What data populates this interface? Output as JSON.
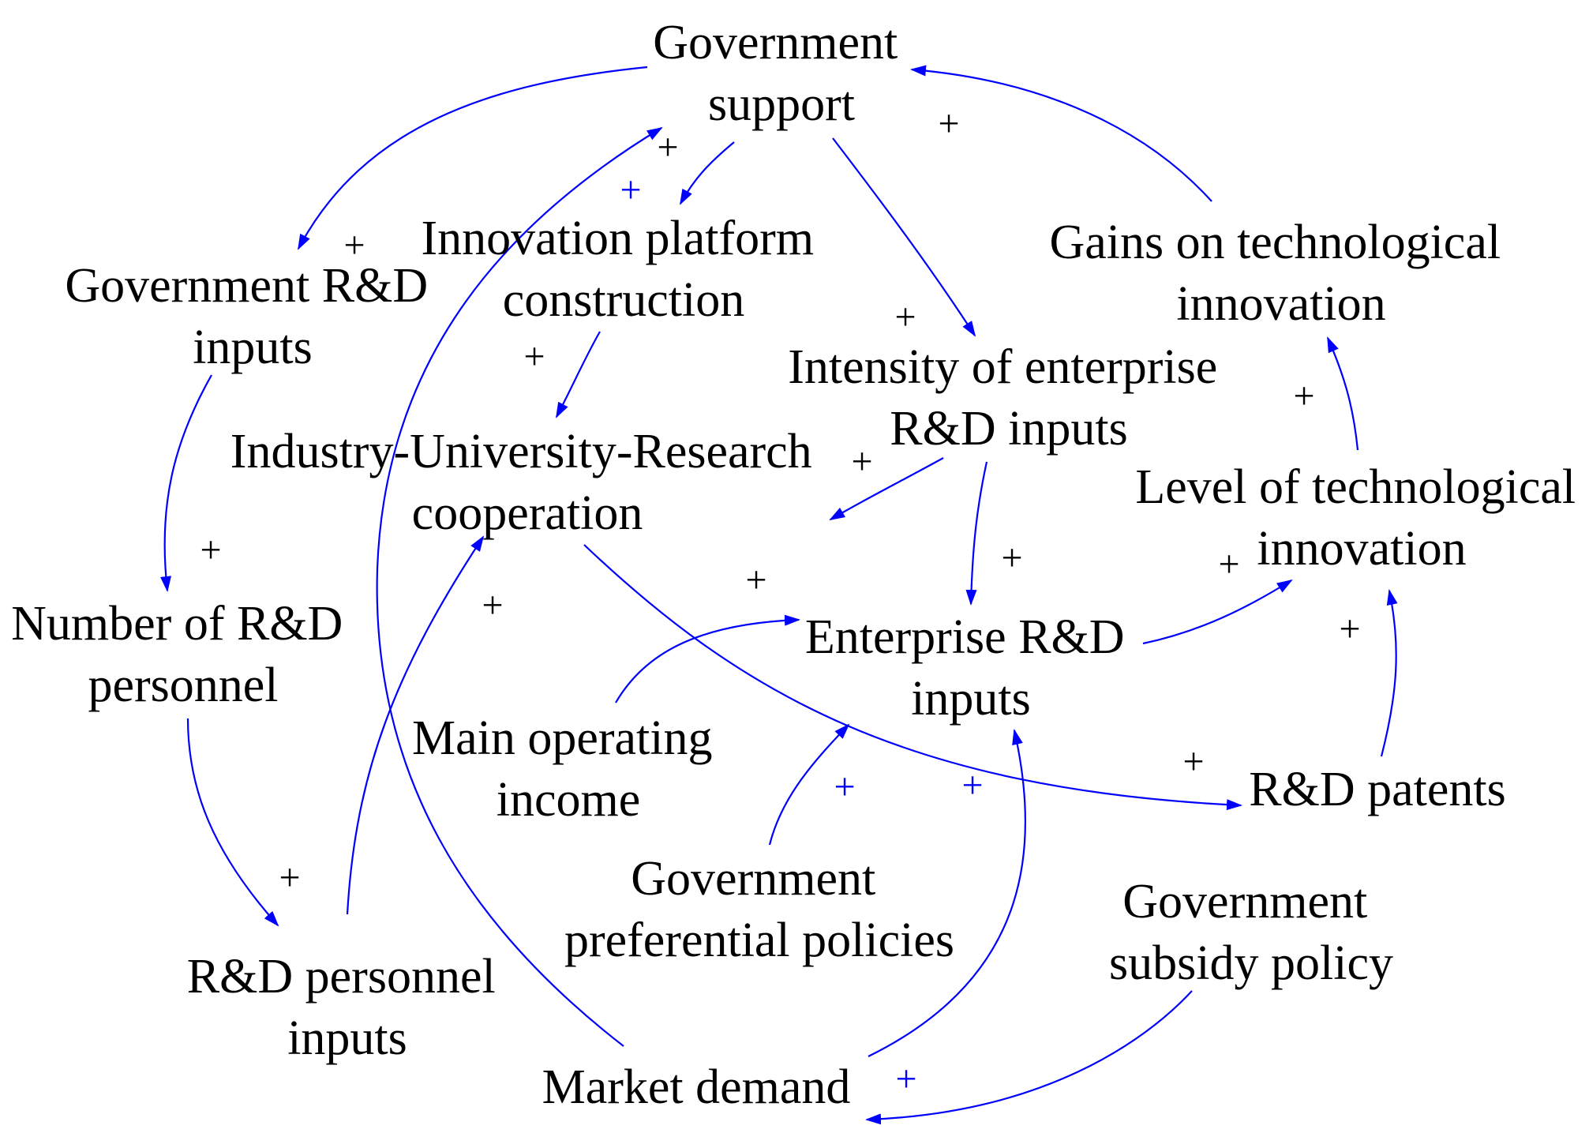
{
  "nodes": {
    "government_support": [
      "Government",
      "support"
    ],
    "innovation_platform": [
      "Innovation platform",
      "construction"
    ],
    "government_rd_inputs": [
      "Government R&D",
      "inputs"
    ],
    "intensity_enterprise_rd": [
      "Intensity of enterprise",
      "R&D inputs"
    ],
    "gains_tech_innovation": [
      "Gains on technological",
      "innovation"
    ],
    "iur_cooperation": [
      "Industry-University-Research",
      "cooperation"
    ],
    "level_tech_innovation": [
      "Level of technological",
      "innovation"
    ],
    "number_rd_personnel": [
      "Number of R&D",
      "personnel"
    ],
    "enterprise_rd_inputs": [
      "Enterprise R&D",
      "inputs"
    ],
    "main_operating_income": [
      "Main operating",
      "income"
    ],
    "rd_patents": [
      "R&D patents"
    ],
    "government_preferential_policies": [
      "Government",
      "preferential policies"
    ],
    "government_subsidy_policy": [
      "Government",
      "subsidy policy"
    ],
    "rd_personnel_inputs": [
      "R&D personnel",
      "inputs"
    ],
    "market_demand": [
      "Market demand"
    ]
  },
  "polarity_symbol": "+",
  "colors": {
    "arrow": "#0000ff",
    "text": "#000000",
    "blue_sign": "#0000ff"
  }
}
